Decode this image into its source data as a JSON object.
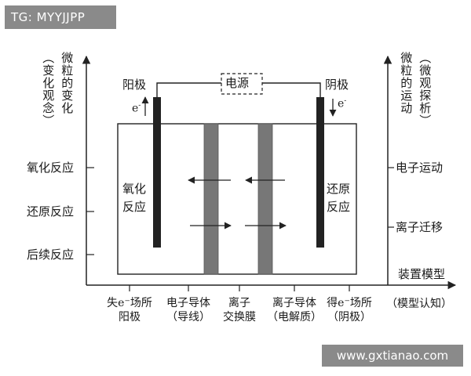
{
  "watermark_top": "TG: MYYJJPP",
  "watermark_bottom": "www.gxtianao.com",
  "power_source": "电源",
  "anode": "阳极",
  "cathode": "阴极",
  "electron_symbol": "e",
  "electron_charge": "-",
  "left_axis_title": {
    "outer": "微粒的变化",
    "inner": "（变化观念）",
    "items": [
      "氧化反应",
      "还原反应",
      "后续反应"
    ]
  },
  "right_axis_title": {
    "outer": "微粒的运动",
    "inner": "（微观探析）",
    "items": [
      "电子运动",
      "离子迁移"
    ]
  },
  "x_axis_title": "装置模型",
  "x_axis_subtitle": "（模型认知）",
  "box_labels": {
    "left": [
      "氧化",
      "反应"
    ],
    "right": [
      "还原",
      "反应"
    ]
  },
  "bottom_labels": [
    {
      "line1": "失e⁻场所",
      "line2": "阳极"
    },
    {
      "line1": "电子导体",
      "line2": "（导线）"
    },
    {
      "line1": "离子",
      "line2": "交换膜"
    },
    {
      "line1": "离子导体",
      "line2": "（电解质）"
    },
    {
      "line1": "得e⁻场所",
      "line2": "（阴极）"
    }
  ],
  "colors": {
    "electrode": "#222222",
    "membrane": "#777777",
    "axis": "#222222",
    "watermark_bg": "#8a8a8a"
  }
}
